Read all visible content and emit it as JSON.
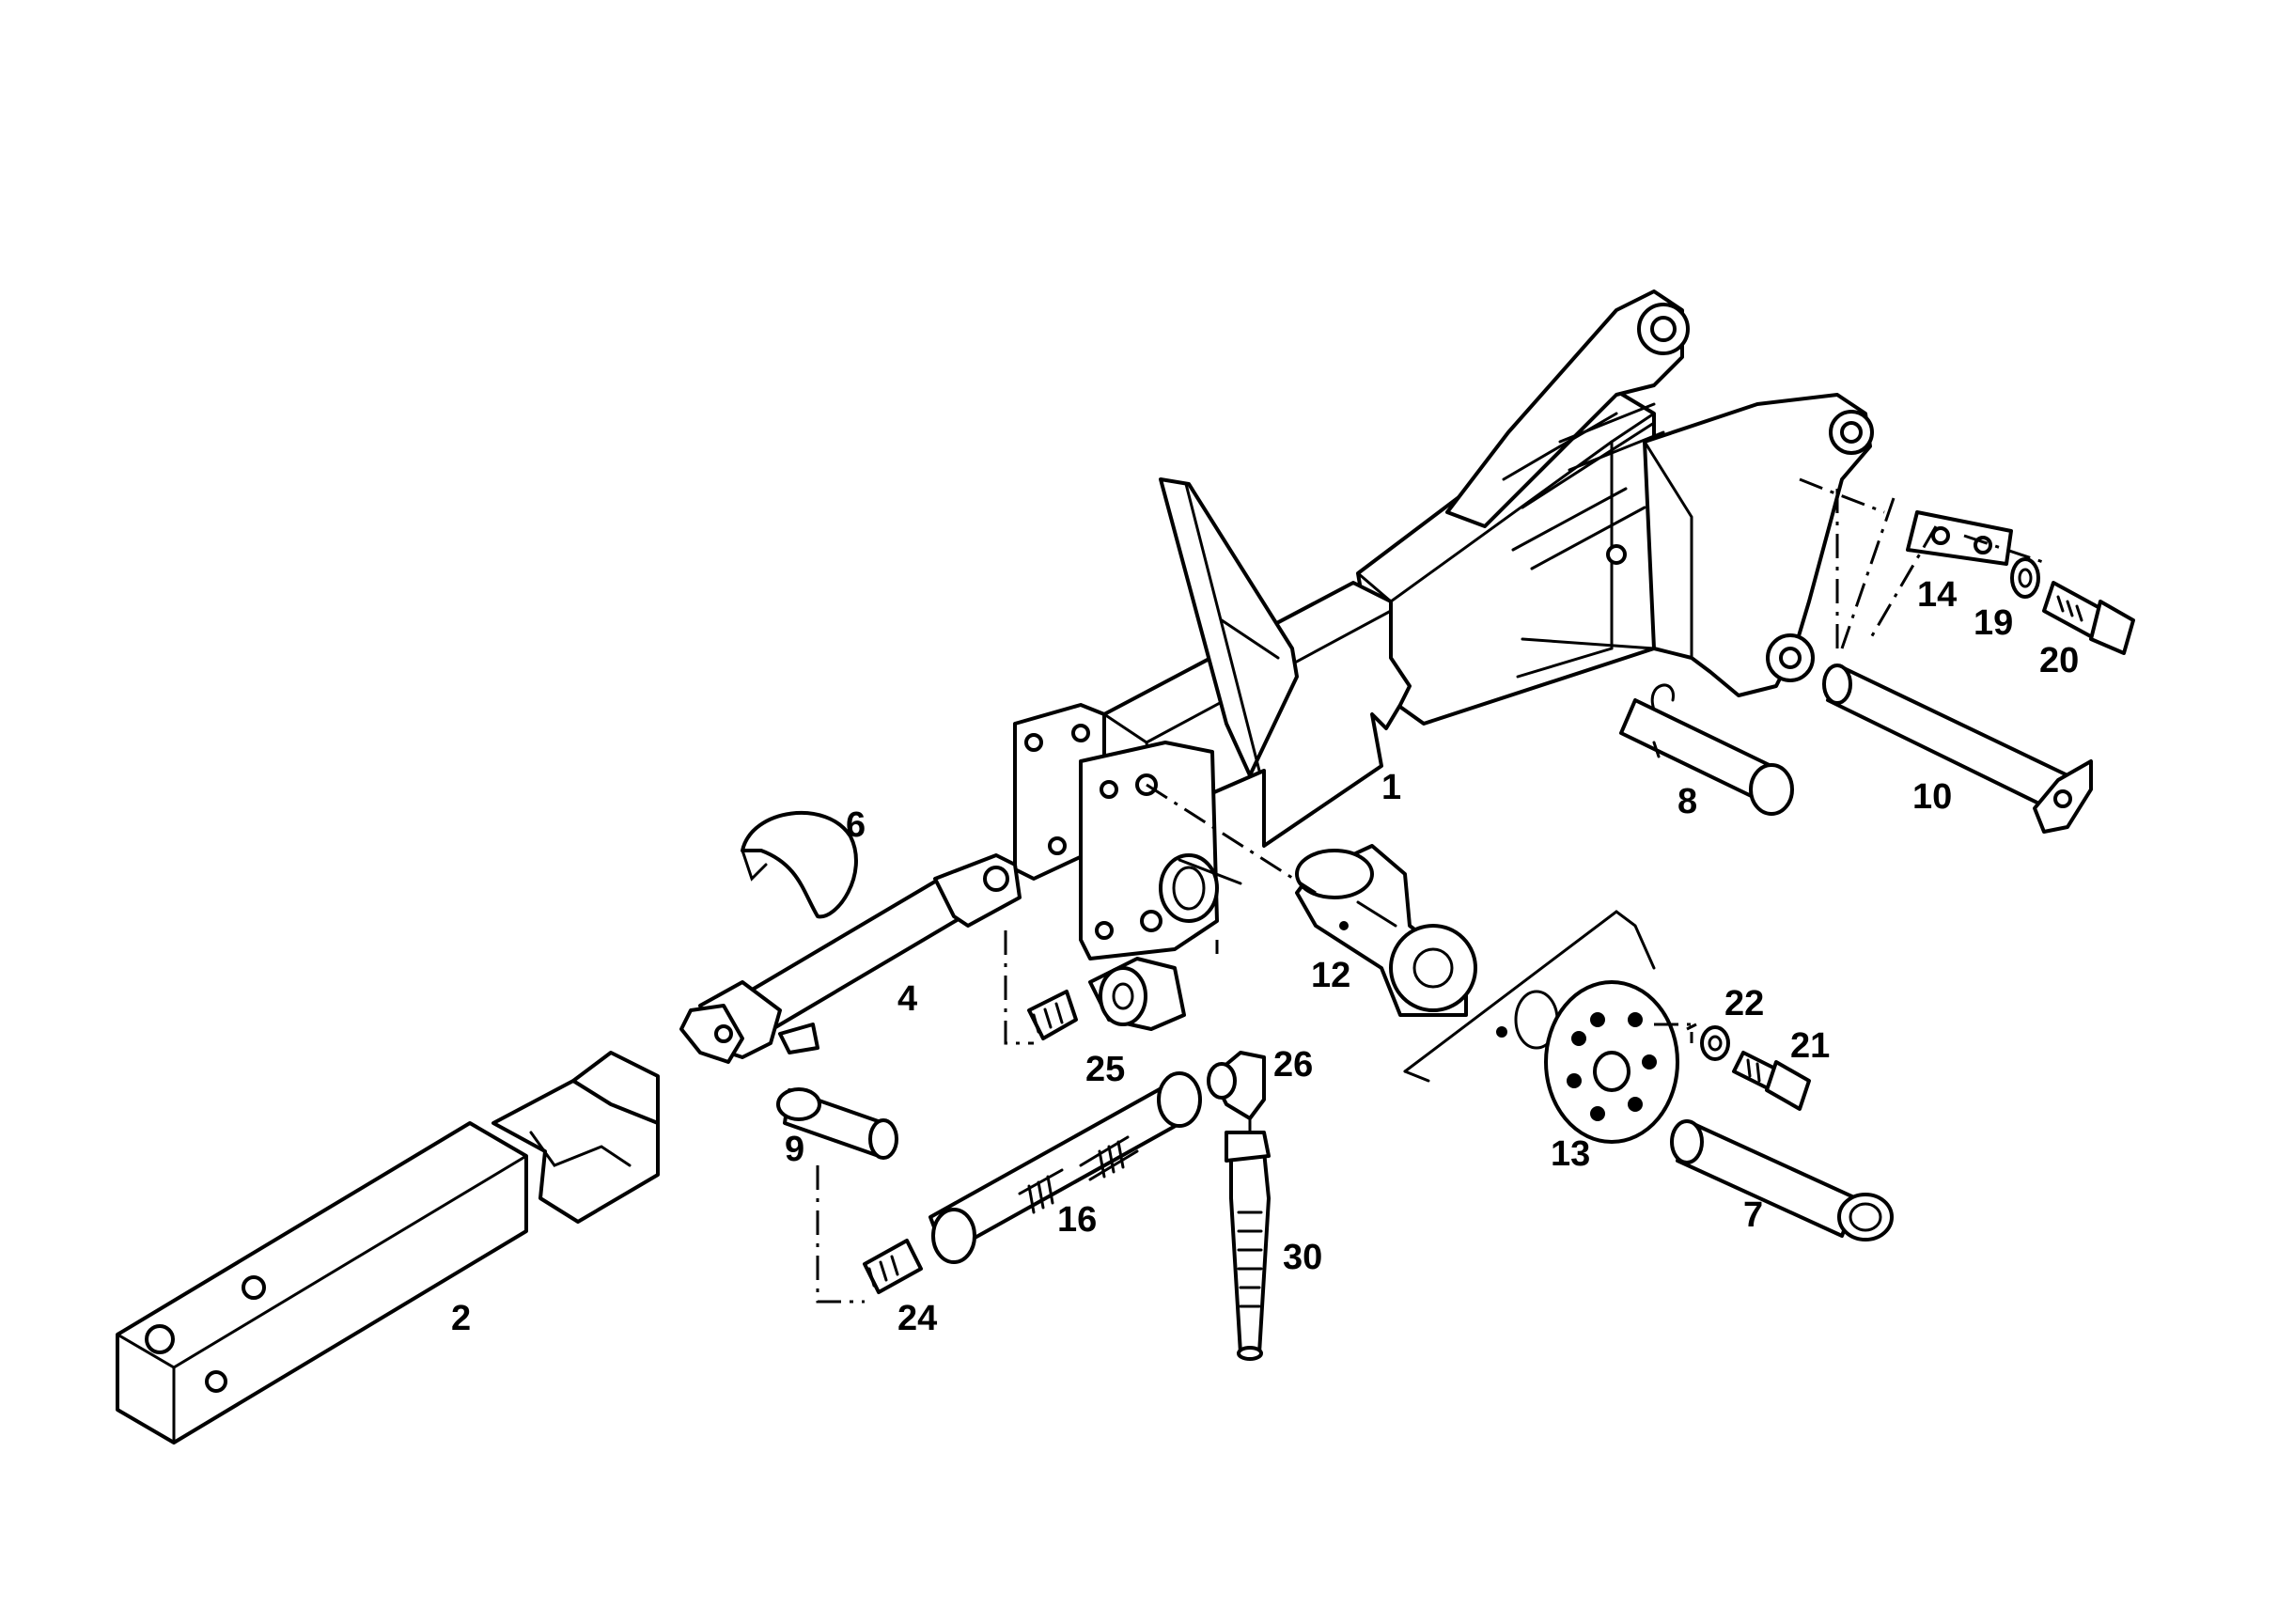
{
  "diagram": {
    "callouts": [
      {
        "id": "1",
        "label": "1"
      },
      {
        "id": "2",
        "label": "2"
      },
      {
        "id": "4",
        "label": "4"
      },
      {
        "id": "6",
        "label": "6"
      },
      {
        "id": "7",
        "label": "7"
      },
      {
        "id": "8",
        "label": "8"
      },
      {
        "id": "9",
        "label": "9"
      },
      {
        "id": "10",
        "label": "10"
      },
      {
        "id": "12",
        "label": "12"
      },
      {
        "id": "13",
        "label": "13"
      },
      {
        "id": "14",
        "label": "14"
      },
      {
        "id": "16",
        "label": "16"
      },
      {
        "id": "19",
        "label": "19"
      },
      {
        "id": "20",
        "label": "20"
      },
      {
        "id": "21",
        "label": "21"
      },
      {
        "id": "22",
        "label": "22"
      },
      {
        "id": "24",
        "label": "24"
      },
      {
        "id": "25",
        "label": "25"
      },
      {
        "id": "26",
        "label": "26"
      },
      {
        "id": "30",
        "label": "30"
      }
    ]
  }
}
